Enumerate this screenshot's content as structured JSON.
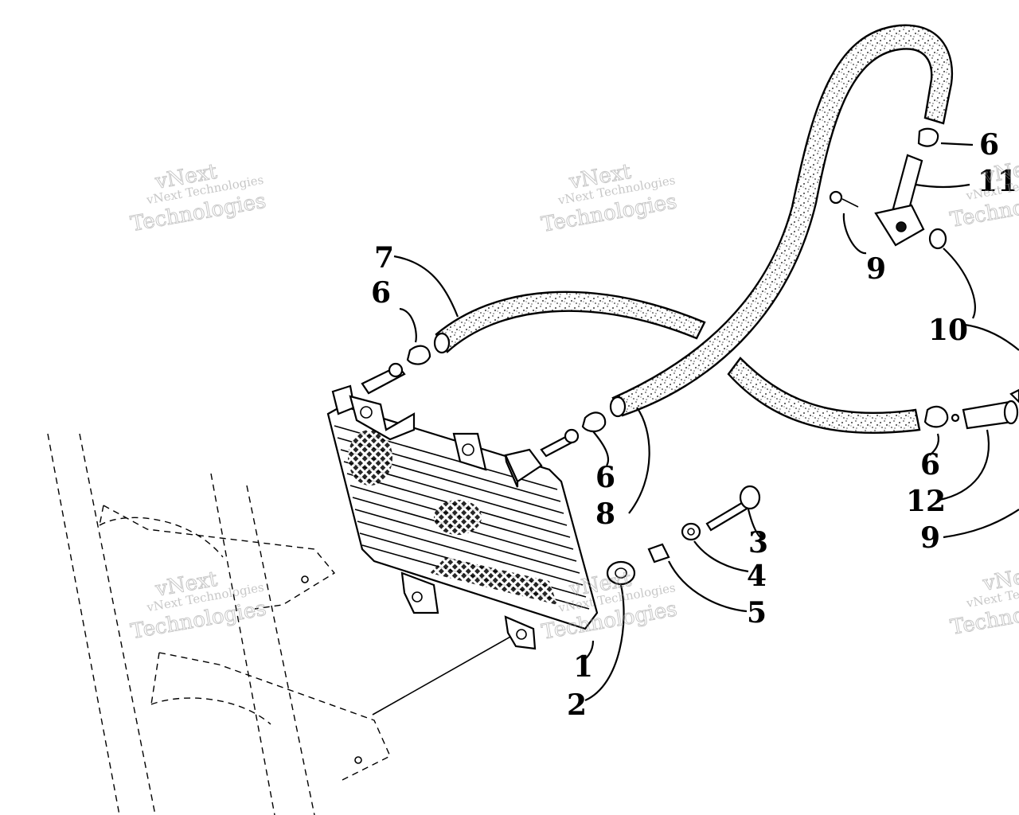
{
  "diagram": {
    "labels": [
      {
        "id": "label-1",
        "text": "1"
      },
      {
        "id": "label-2",
        "text": "2"
      },
      {
        "id": "label-3",
        "text": "3"
      },
      {
        "id": "label-4",
        "text": "4"
      },
      {
        "id": "label-5",
        "text": "5"
      },
      {
        "id": "label-6-top-right",
        "text": "6"
      },
      {
        "id": "label-6-left",
        "text": "6"
      },
      {
        "id": "label-6-mid",
        "text": "6"
      },
      {
        "id": "label-6-right",
        "text": "6"
      },
      {
        "id": "label-7",
        "text": "7"
      },
      {
        "id": "label-8",
        "text": "8"
      },
      {
        "id": "label-9-top",
        "text": "9"
      },
      {
        "id": "label-9-bottom",
        "text": "9"
      },
      {
        "id": "label-10",
        "text": "10"
      },
      {
        "id": "label-11",
        "text": "11"
      },
      {
        "id": "label-12",
        "text": "12"
      }
    ]
  },
  "watermark": {
    "line1": "vNext",
    "line2": "vNext Technologies",
    "line3": "Technologies"
  }
}
